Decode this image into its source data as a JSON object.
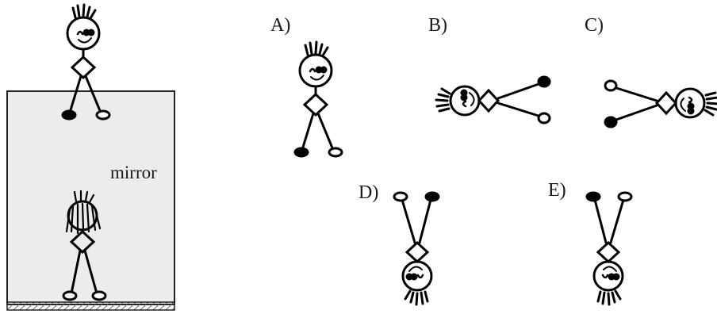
{
  "mirror_label": "mirror",
  "options": [
    {
      "label": "A)"
    },
    {
      "label": "B)"
    },
    {
      "label": "C)"
    },
    {
      "label": "D)"
    },
    {
      "label": "E)"
    }
  ],
  "colors": {
    "mirror_fill": "#ececec",
    "mirror_border": "#222222",
    "ink": "#000000"
  }
}
